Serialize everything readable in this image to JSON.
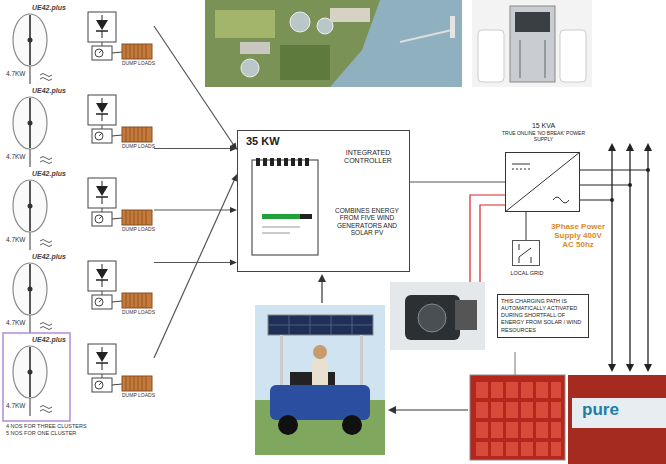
{
  "diagram": {
    "nodes": [
      {
        "text": [
          "UE42.plus",
          "4.7KW"
        ]
      },
      {
        "text": [
          "UE42.plus",
          "4.7KW"
        ]
      },
      {
        "text": [
          "UE42.plus",
          "4.7KW"
        ]
      },
      {
        "text": [
          "UE42.plus",
          "4.7KW"
        ]
      },
      {
        "text": [
          "UE42.plus",
          "4.7KW"
        ]
      },
      {
        "text": [
          "35 KW",
          "INTEGRATED CONTROLLER",
          "COMBINES ENERGY FROM FIVE WIND GENERATORS AND SOLAR PV"
        ]
      },
      {
        "text": [
          "15 KVA",
          "TRUE ONLINE 'NO BREAK' POWER SUPPLY"
        ]
      },
      {
        "text": [
          "LOCAL GRID"
        ]
      },
      {
        "text": [
          "THIS CHARGING PATH IS AUTOMATICALLY ACTIVATED DURING SHORTFALL OF ENERGY FROM SOLAR / WIND RESOURCES"
        ]
      }
    ],
    "edges": [
      {
        "from": 0,
        "to": 5,
        "arrow": "to"
      },
      {
        "from": 1,
        "to": 5,
        "arrow": "to"
      },
      {
        "from": 2,
        "to": 5,
        "arrow": "to"
      },
      {
        "from": 3,
        "to": 5,
        "arrow": "to"
      },
      {
        "from": 4,
        "to": 5,
        "arrow": "to"
      },
      {
        "from": 5,
        "to": 6,
        "arrow": "none"
      },
      {
        "from": 7,
        "to": 6,
        "arrow": "none"
      }
    ],
    "labels": [
      "DUMP LOADS",
      "DUMP LOADS",
      "DUMP LOADS",
      "DUMP LOADS",
      "DUMP LOADS",
      "4 NOS FOR THREE CLUSTERS",
      "5 NOS FOR ONE CLUSTER",
      "3Phase Power Supply 400V AC 50hz",
      "pure"
    ]
  }
}
